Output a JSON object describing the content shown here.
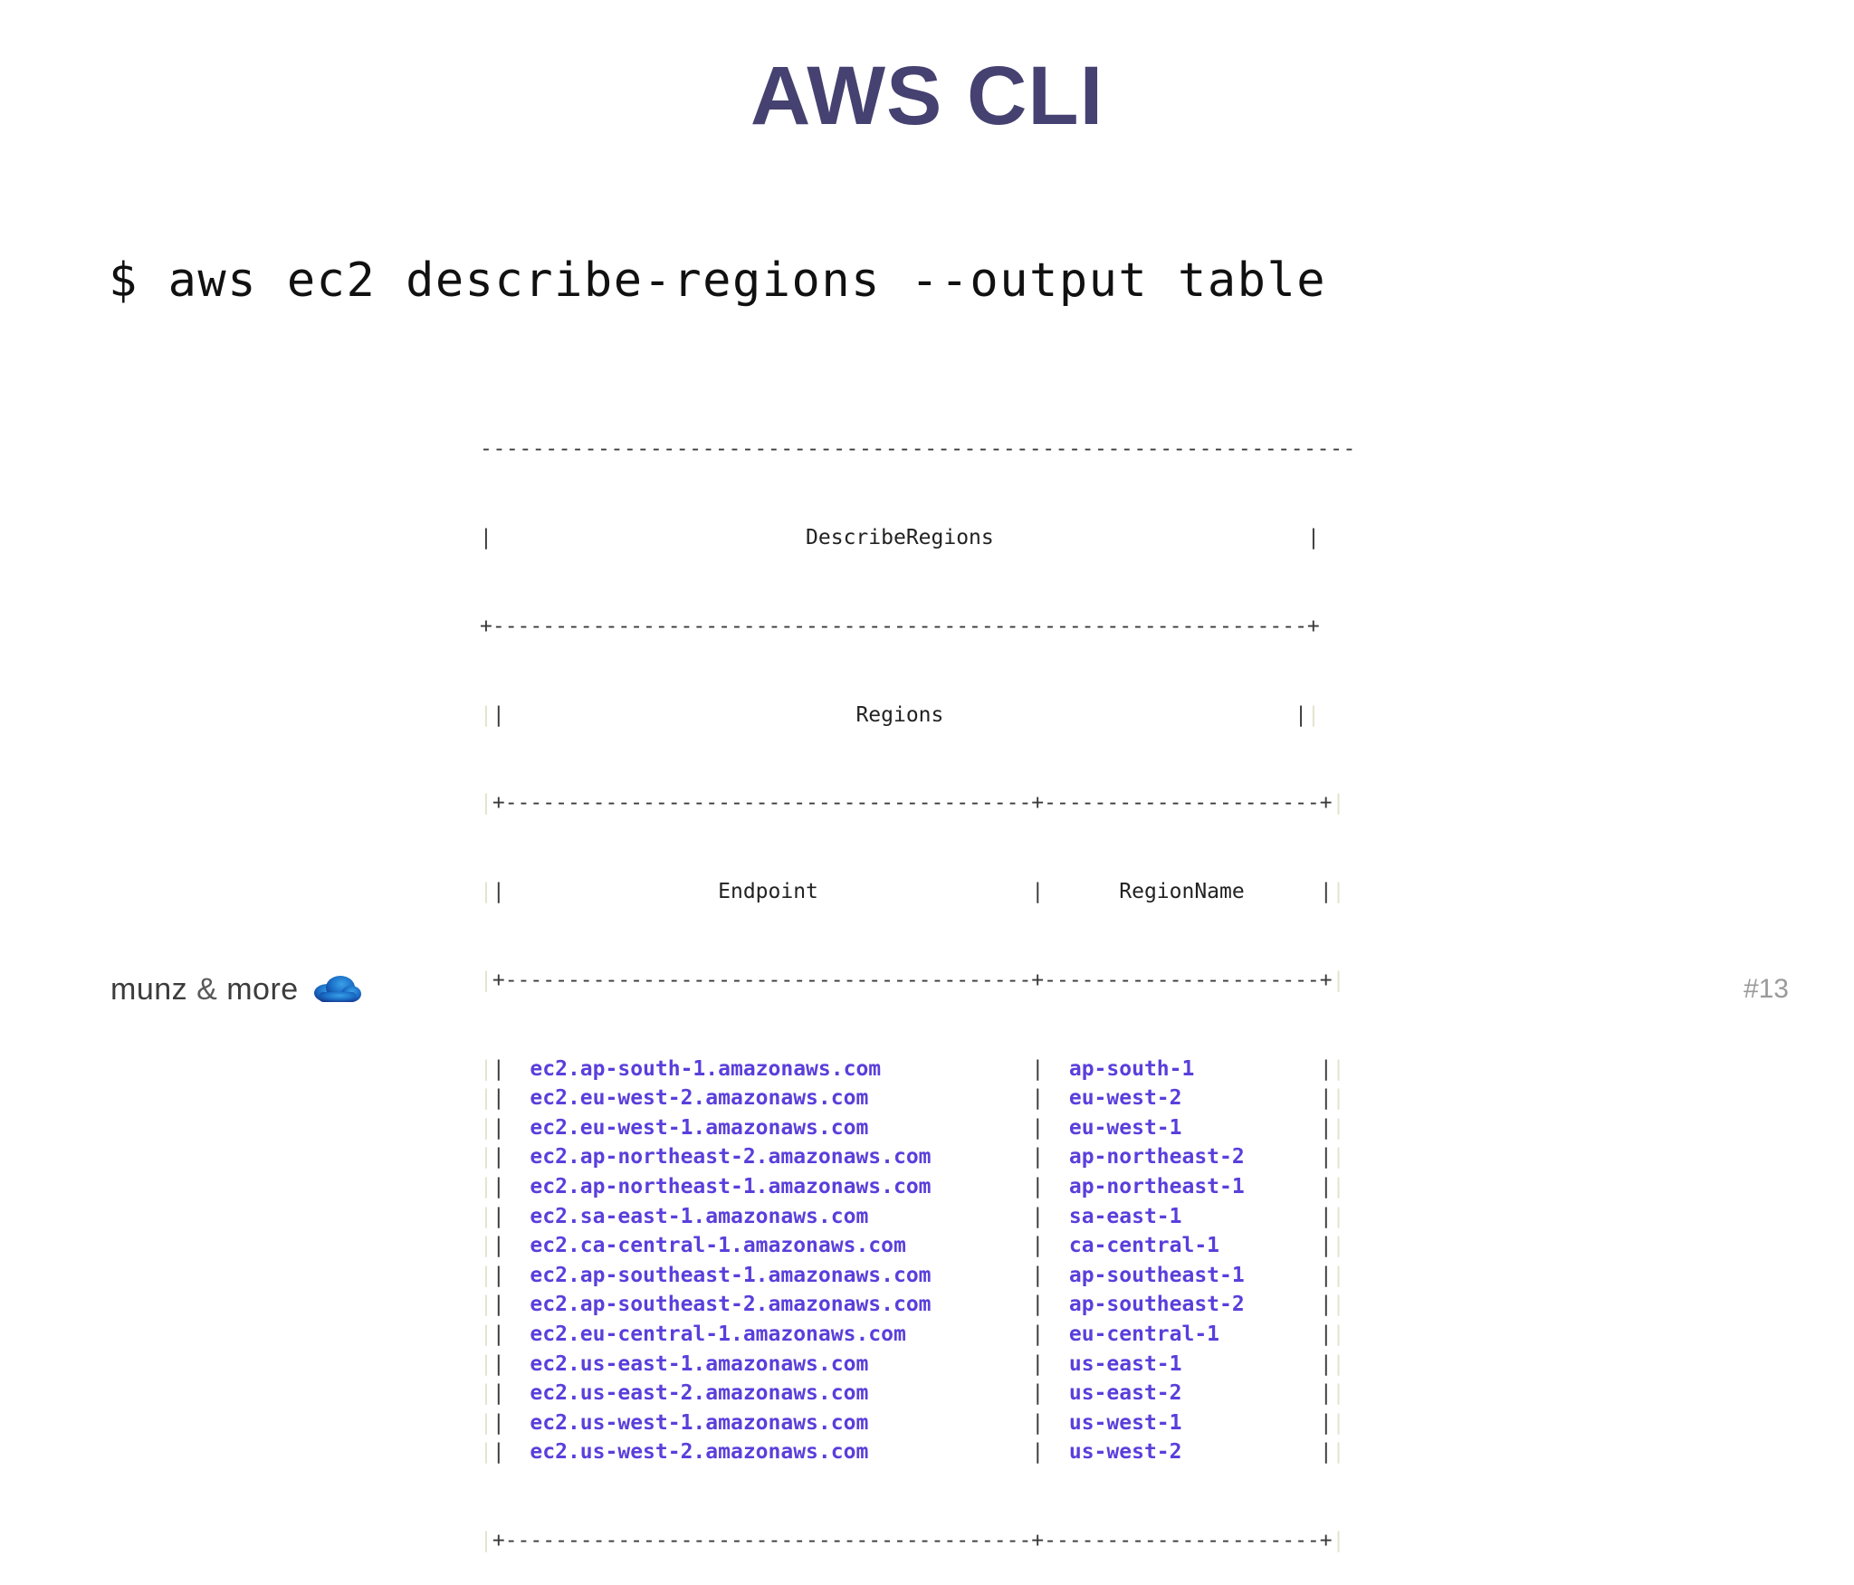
{
  "slide": {
    "title": "AWS CLI",
    "title_color": "#454170",
    "number": "#13",
    "background": "#ffffff"
  },
  "command": {
    "prompt": "$",
    "text": "aws ec2 describe-regions --output table",
    "full": "$ aws ec2 describe-regions --output table",
    "color": "#111111"
  },
  "terminal": {
    "accent_color": "#5a3fdb",
    "border_color": "#3a3a3a",
    "table_title": "DescribeRegions",
    "section_title": "Regions",
    "columns": [
      "Endpoint",
      "RegionName"
    ],
    "rows": [
      {
        "endpoint": "ec2.ap-south-1.amazonaws.com",
        "region": "ap-south-1"
      },
      {
        "endpoint": "ec2.eu-west-2.amazonaws.com",
        "region": "eu-west-2"
      },
      {
        "endpoint": "ec2.eu-west-1.amazonaws.com",
        "region": "eu-west-1"
      },
      {
        "endpoint": "ec2.ap-northeast-2.amazonaws.com",
        "region": "ap-northeast-2"
      },
      {
        "endpoint": "ec2.ap-northeast-1.amazonaws.com",
        "region": "ap-northeast-1"
      },
      {
        "endpoint": "ec2.sa-east-1.amazonaws.com",
        "region": "sa-east-1"
      },
      {
        "endpoint": "ec2.ca-central-1.amazonaws.com",
        "region": "ca-central-1"
      },
      {
        "endpoint": "ec2.ap-southeast-1.amazonaws.com",
        "region": "ap-southeast-1"
      },
      {
        "endpoint": "ec2.ap-southeast-2.amazonaws.com",
        "region": "ap-southeast-2"
      },
      {
        "endpoint": "ec2.eu-central-1.amazonaws.com",
        "region": "eu-central-1"
      },
      {
        "endpoint": "ec2.us-east-1.amazonaws.com",
        "region": "us-east-1"
      },
      {
        "endpoint": "ec2.us-east-2.amazonaws.com",
        "region": "us-east-2"
      },
      {
        "endpoint": "ec2.us-west-1.amazonaws.com",
        "region": "us-west-1"
      },
      {
        "endpoint": "ec2.us-west-2.amazonaws.com",
        "region": "us-west-2"
      }
    ]
  },
  "footer": {
    "brand_prefix": "munz",
    "brand_amp": "&",
    "brand_suffix": "more",
    "brand_full": "munz & more",
    "logo_icon": "cloud-icon",
    "logo_color": "#1a6fc4"
  }
}
